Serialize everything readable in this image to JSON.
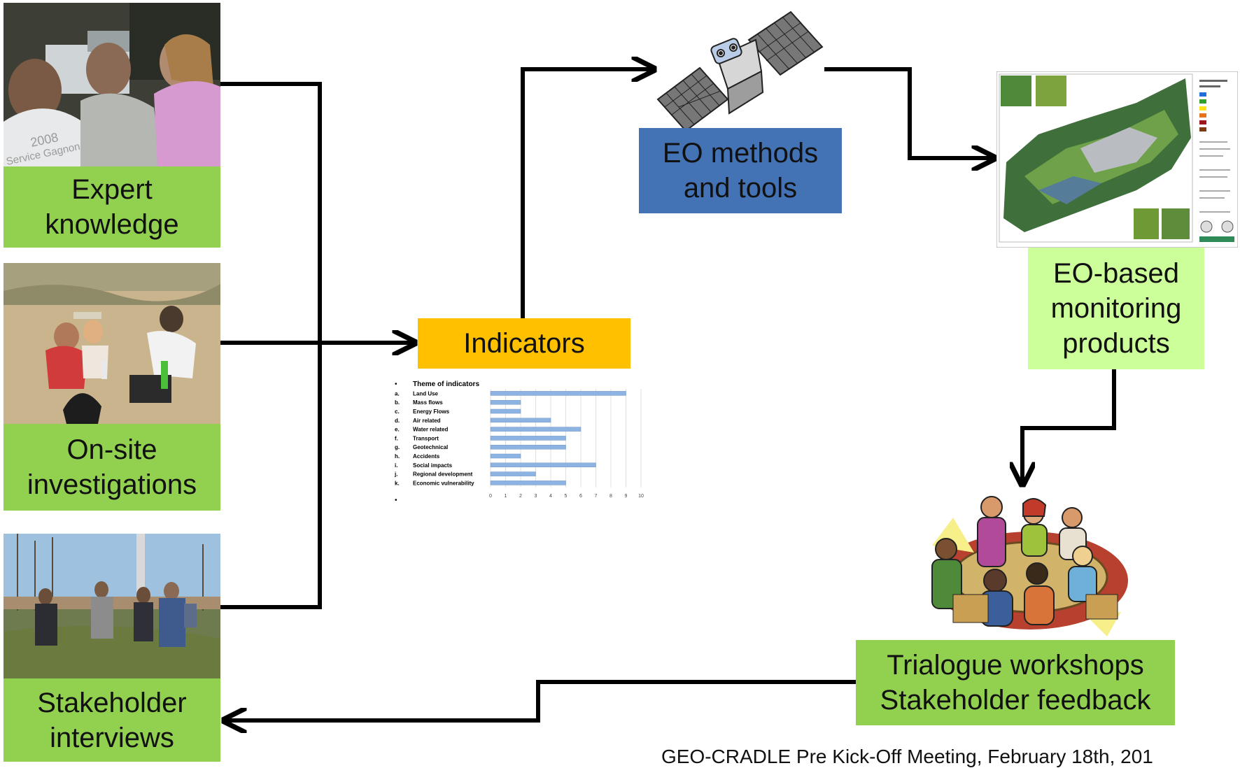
{
  "nodes": {
    "expert": "Expert\nknowledge",
    "onsite": "On-site\ninvestigations",
    "stakeholder": "Stakeholder\ninterviews",
    "indicators": "Indicators",
    "eo_methods": "EO methods\nand tools",
    "eo_products": "EO-based\nmonitoring\nproducts",
    "trialogue": "Trialogue workshops\nStakeholder feedback"
  },
  "photo_text": {
    "shirt_year": "2008",
    "shirt_text": "Service Gagnon"
  },
  "footer": "GEO-CRADLE Pre Kick-Off Meeting, February 18th, 201",
  "colors": {
    "green": "#92d050",
    "light_green": "#ccff99",
    "orange": "#ffc000",
    "blue": "#4473b5",
    "bar": "#8db3e2"
  },
  "chart_data": {
    "type": "bar",
    "orientation": "horizontal",
    "title": "Theme of indicators",
    "categories": [
      "Land Use",
      "Mass flows",
      "Energy Flows",
      "Air related",
      "Water related",
      "Transport",
      "Geotechnical",
      "Accidents",
      "Social impacts",
      "Regional development",
      "Economic vulnerability"
    ],
    "letters": [
      "a.",
      "b.",
      "c.",
      "d.",
      "e.",
      "f.",
      "g.",
      "h.",
      "i.",
      "j.",
      "k."
    ],
    "values": [
      9,
      2,
      2,
      4,
      6,
      5,
      5,
      2,
      7,
      3,
      5
    ],
    "xlim": [
      0,
      10
    ],
    "xticks": [
      0,
      1,
      2,
      3,
      4,
      5,
      6,
      7,
      8,
      9,
      10
    ],
    "grid": true
  }
}
